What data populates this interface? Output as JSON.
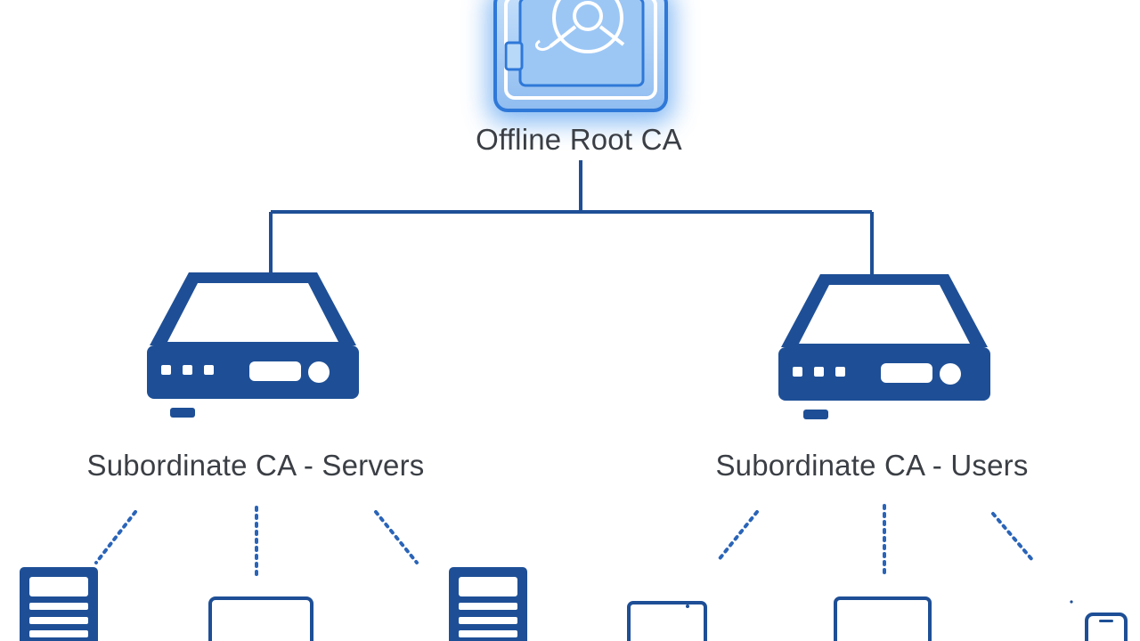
{
  "root": {
    "label": "Offline Root CA",
    "icon": "vault-safe-icon"
  },
  "subordinates": [
    {
      "label": "Subordinate CA - Servers",
      "icon": "server-appliance-icon"
    },
    {
      "label": "Subordinate CA - Users",
      "icon": "server-appliance-icon"
    }
  ],
  "endpoints": {
    "servers_branch": [
      "server-rack-icon",
      "laptop-icon",
      "server-rack-icon"
    ],
    "users_branch": [
      "tablet-icon",
      "laptop-icon",
      "phone-icon"
    ]
  },
  "colors": {
    "primary": "#1e4f96",
    "glow": "#4f97ee",
    "vault_fill": "#a9cdf6",
    "text": "#3b3f45",
    "dotted": "#2a64b8"
  }
}
